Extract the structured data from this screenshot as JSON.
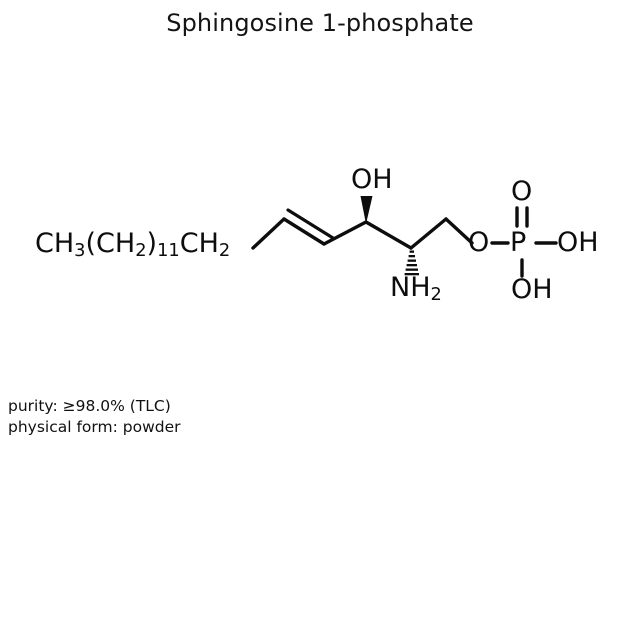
{
  "title": "Sphingosine 1-phosphate",
  "structure": {
    "alt": "Skeletal structure of sphingosine 1-phosphate",
    "chain_label_html": "CH3(CH2)11CH2",
    "labels": {
      "chain": "CH3(CH2)11CH2",
      "hydroxyl": "OH",
      "amine": "NH2",
      "ester_oxygen": "O",
      "phosphorus": "P",
      "phosphoryl_oxygen": "O",
      "hydroxyl_right": "OH",
      "hydroxyl_bottom": "OH"
    },
    "bond_color": "#0d0d0d",
    "stereo": {
      "hydroxyl_bond": "bold-wedge",
      "amine_bond": "hashed-wedge",
      "alkene": "trans-double-bond"
    }
  },
  "properties": [
    "purity: ≥98.0% (TLC)",
    "physical form: powder"
  ],
  "colors": {
    "background": "#ffffff",
    "text": "#111111",
    "line": "#0d0d0d"
  }
}
